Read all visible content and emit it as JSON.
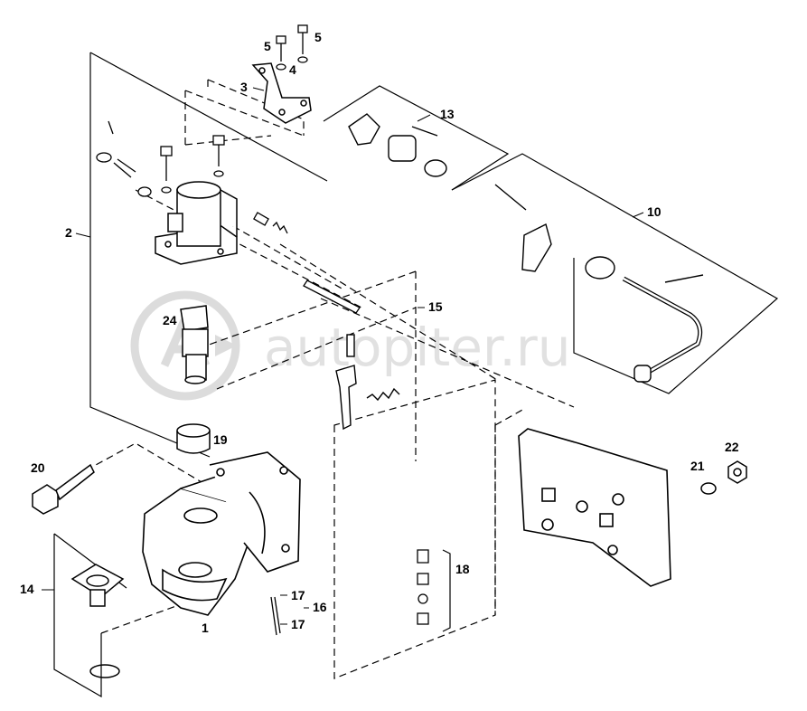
{
  "callouts": {
    "p1": "1",
    "p2": "2",
    "p3": "3",
    "p4": "4",
    "p5a": "5",
    "p5b": "5",
    "p10": "10",
    "p13": "13",
    "p14": "14",
    "p15": "15",
    "p16": "16",
    "p17a": "17",
    "p17b": "17",
    "p18": "18",
    "p19": "19",
    "p20": "20",
    "p21": "21",
    "p22": "22",
    "p24": "24"
  },
  "watermark": {
    "text": "autopiter.ru"
  }
}
